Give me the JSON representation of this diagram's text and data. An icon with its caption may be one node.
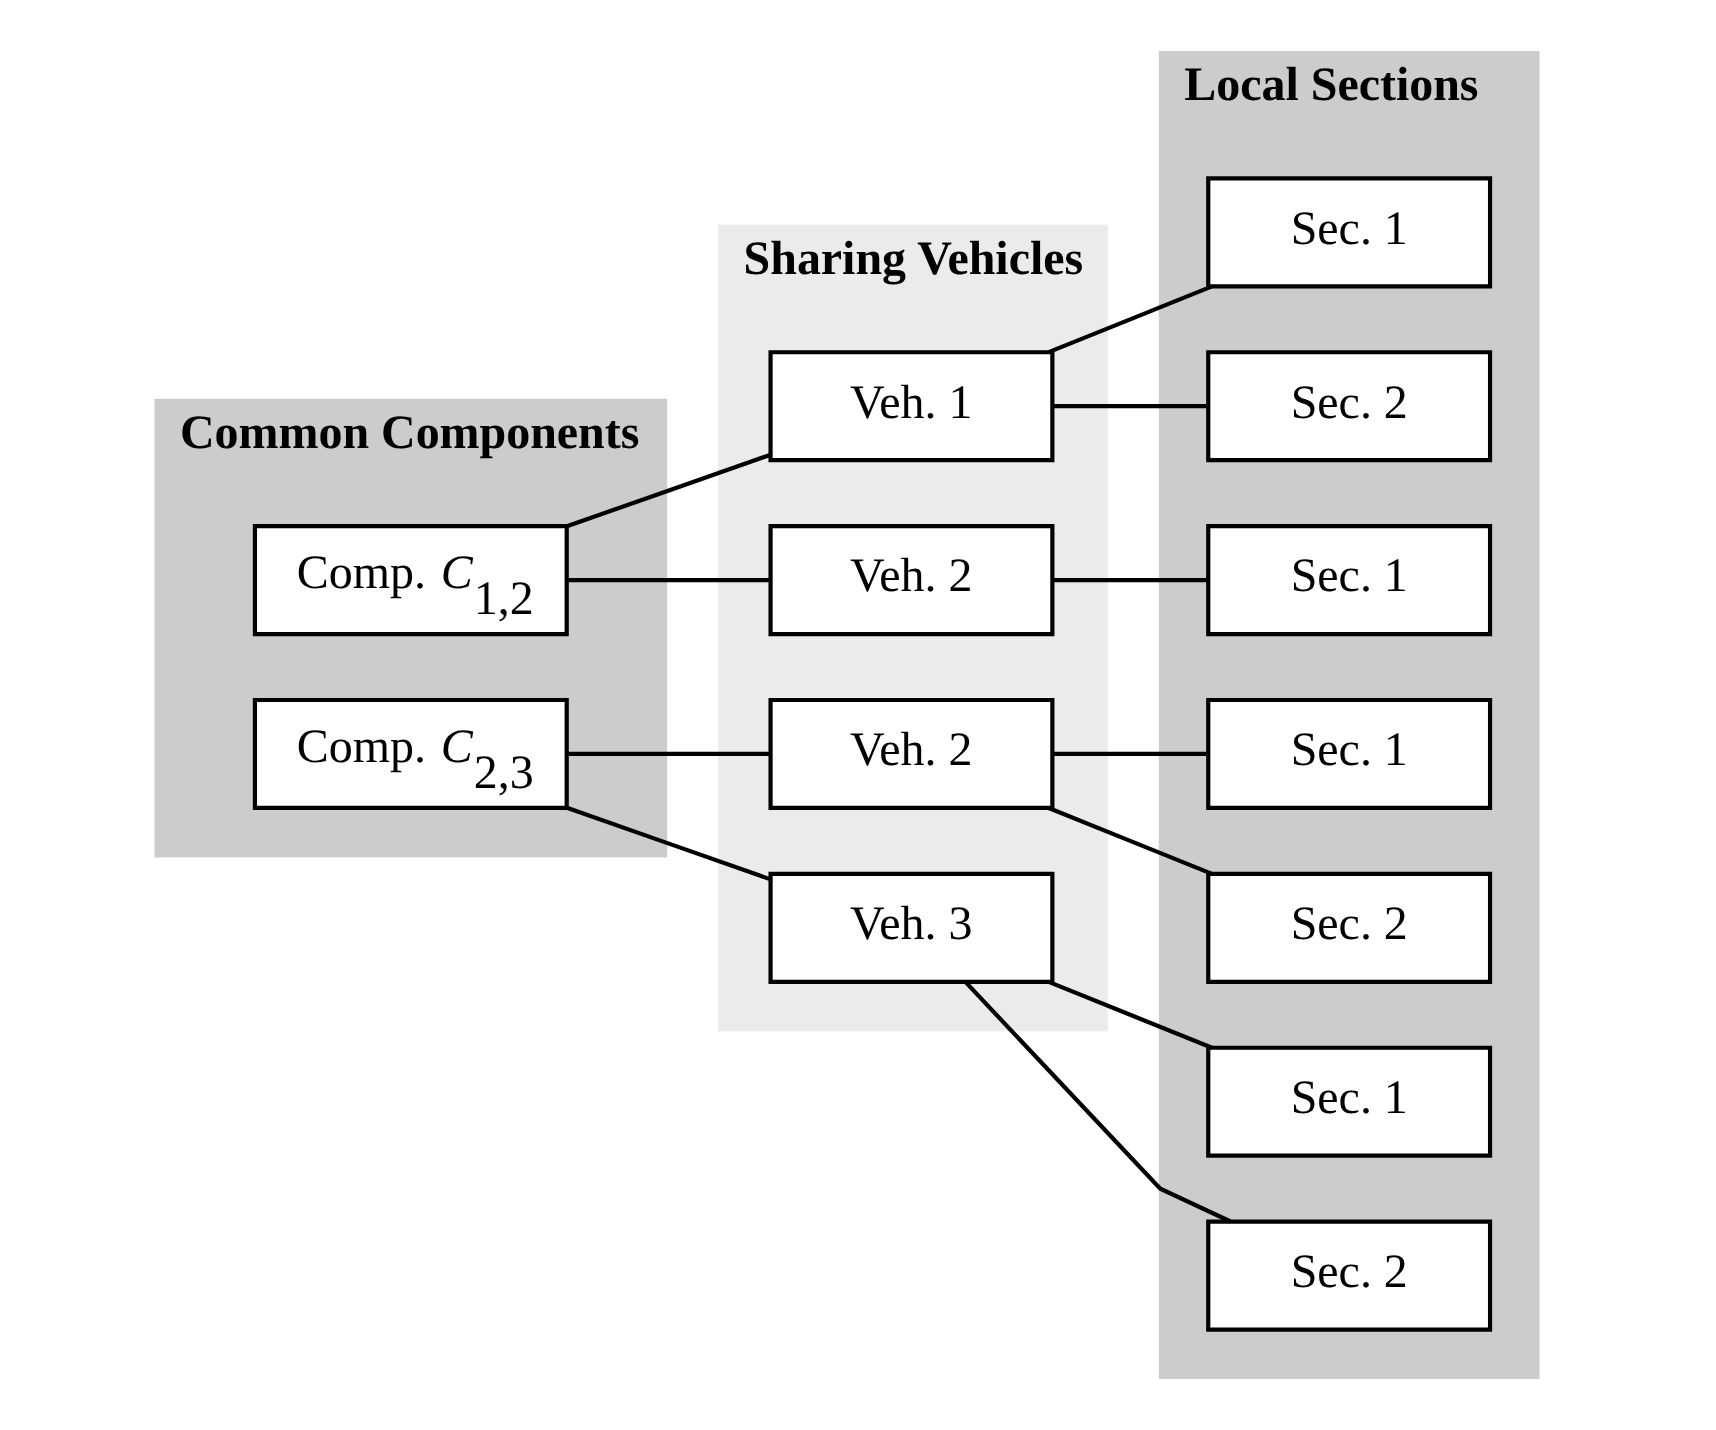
{
  "diagram": {
    "nodes": [
      {
        "text": [
          "Common Components"
        ]
      },
      {
        "text": [
          "Comp. *C*$_{1,2}$"
        ],
        "in": 0
      },
      {
        "text": [
          "Comp. *C*$_{2,3}$"
        ],
        "in": 0
      },
      {
        "text": [
          "Sharing Vehicles"
        ]
      },
      {
        "text": [
          "Veh. 1"
        ],
        "in": 3
      },
      {
        "text": [
          "Veh. 2"
        ],
        "in": 3
      },
      {
        "text": [
          "Veh. 2"
        ],
        "in": 3
      },
      {
        "text": [
          "Veh. 3"
        ],
        "in": 3
      },
      {
        "text": [
          "Local Sections"
        ]
      },
      {
        "text": [
          "Sec. 1"
        ],
        "in": 8
      },
      {
        "text": [
          "Sec. 2"
        ],
        "in": 8
      },
      {
        "text": [
          "Sec. 1"
        ],
        "in": 8
      },
      {
        "text": [
          "Sec. 1"
        ],
        "in": 8
      },
      {
        "text": [
          "Sec. 2"
        ],
        "in": 8
      },
      {
        "text": [
          "Sec. 1"
        ],
        "in": 8
      },
      {
        "text": [
          "Sec. 2"
        ],
        "in": 8
      }
    ],
    "edges": [
      {
        "from": 1,
        "to": 4,
        "arrow": "none"
      },
      {
        "from": 1,
        "to": 5,
        "arrow": "none"
      },
      {
        "from": 2,
        "to": 6,
        "arrow": "none"
      },
      {
        "from": 2,
        "to": 7,
        "arrow": "none"
      },
      {
        "from": 4,
        "to": 9,
        "arrow": "none"
      },
      {
        "from": 4,
        "to": 10,
        "arrow": "none"
      },
      {
        "from": 5,
        "to": 11,
        "arrow": "none"
      },
      {
        "from": 6,
        "to": 12,
        "arrow": "none"
      },
      {
        "from": 6,
        "to": 13,
        "arrow": "none"
      },
      {
        "from": 7,
        "to": 14,
        "arrow": "none"
      },
      {
        "from": 7,
        "to": 15,
        "arrow": "none"
      }
    ]
  }
}
